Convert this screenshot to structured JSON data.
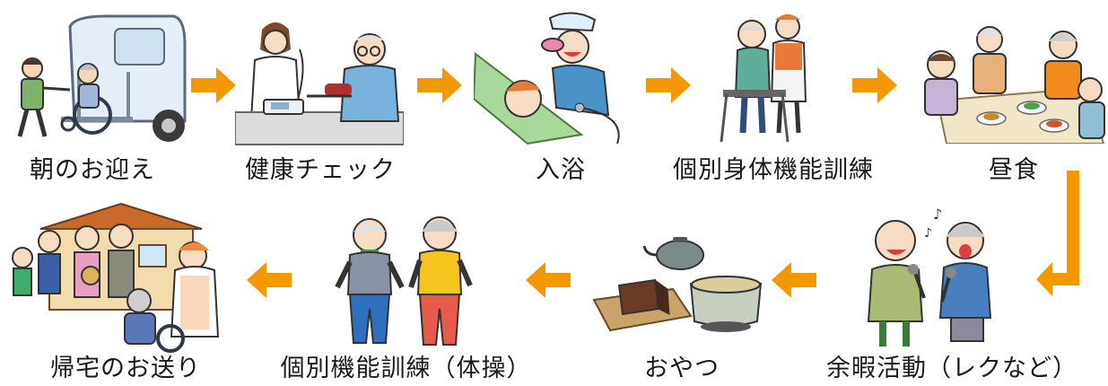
{
  "accent_color": "#f39800",
  "steps": [
    {
      "label": "朝のお迎え",
      "icon": "van-wheelchair-pickup-illustration"
    },
    {
      "label": "健康チェック",
      "icon": "blood-pressure-check-illustration"
    },
    {
      "label": "入浴",
      "icon": "bathing-illustration"
    },
    {
      "label": "個別身体機能訓練",
      "icon": "walker-training-illustration"
    },
    {
      "label": "昼食",
      "icon": "lunch-illustration"
    },
    {
      "label": "余暇活動（レクなど）",
      "icon": "karaoke-illustration"
    },
    {
      "label": "おやつ",
      "icon": "tea-snack-illustration"
    },
    {
      "label": "個別機能訓練（体操）",
      "icon": "exercise-illustration"
    },
    {
      "label": "帰宅のお送り",
      "icon": "drop-off-home-illustration"
    }
  ]
}
